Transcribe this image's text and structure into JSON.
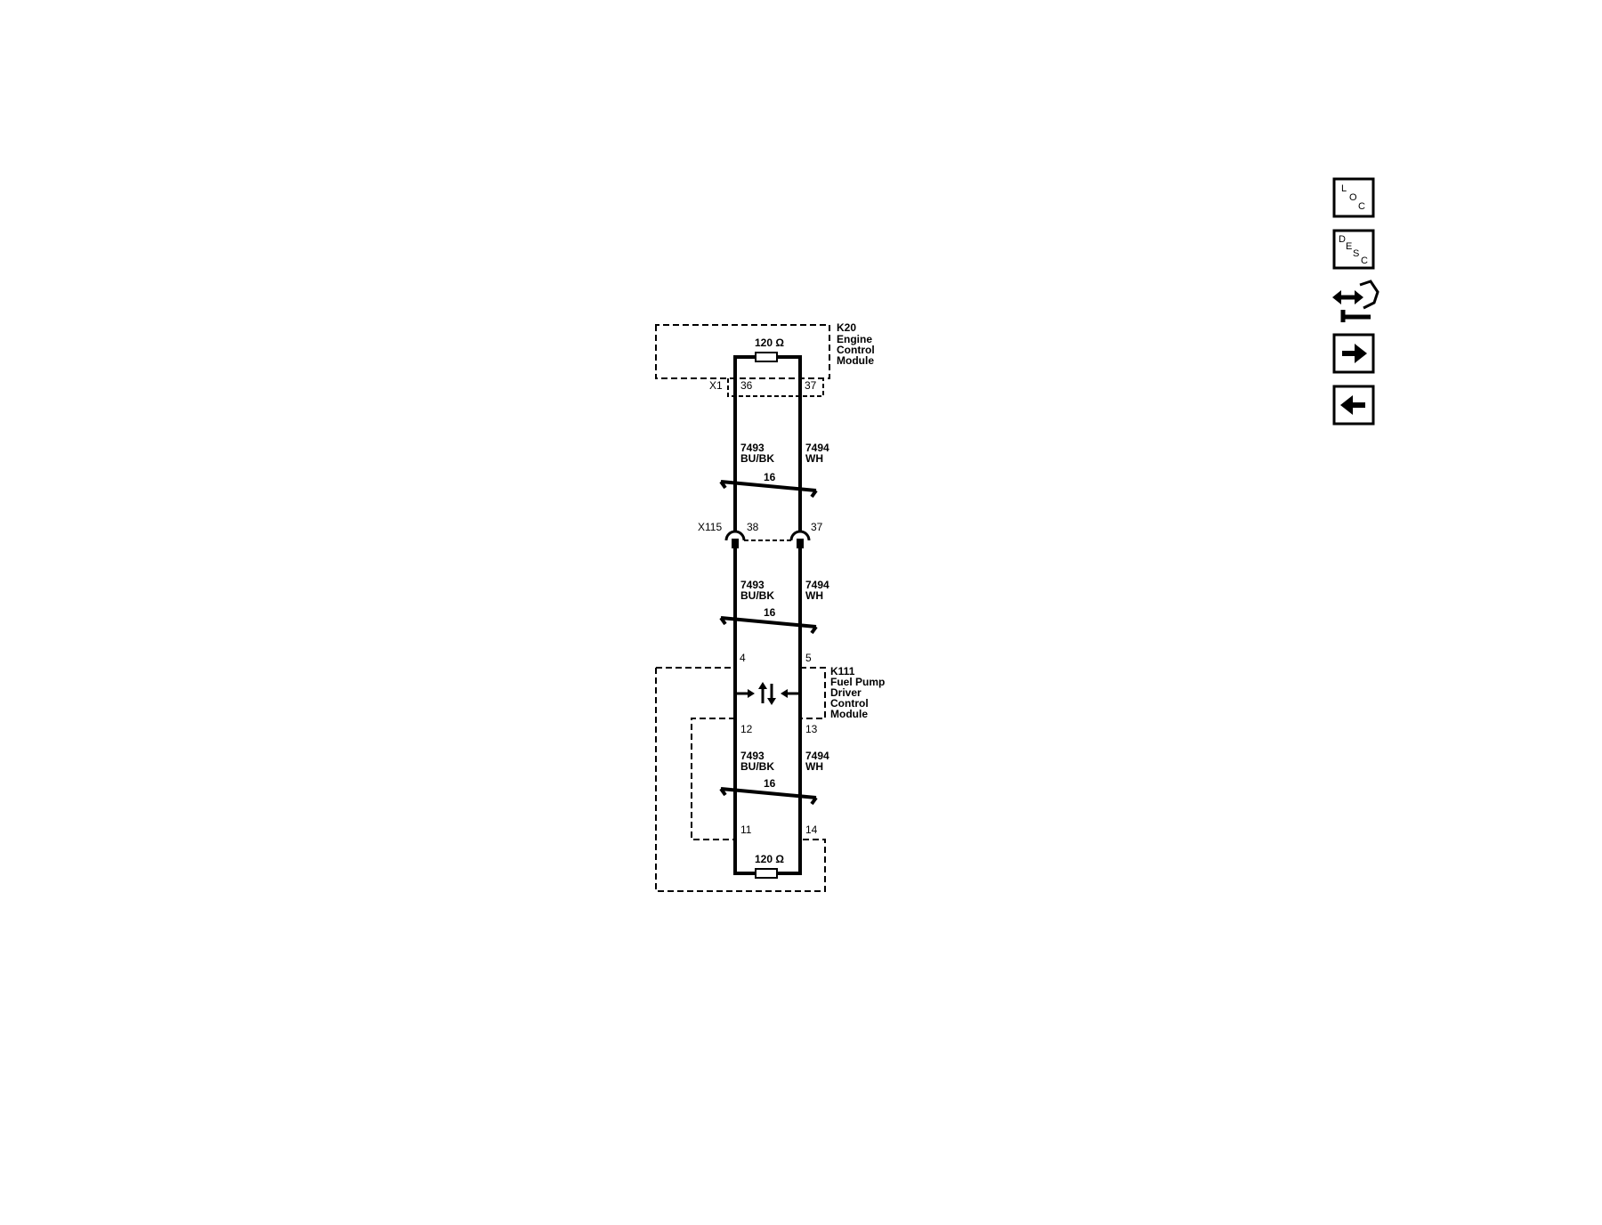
{
  "nav": {
    "location_letters": [
      "L",
      "O",
      "C"
    ],
    "description_letters": [
      "D",
      "E",
      "S",
      "C"
    ]
  },
  "modules": {
    "ecm": {
      "id": "K20",
      "name_lines": [
        "Engine",
        "Control",
        "Module"
      ],
      "connector": "X1"
    },
    "fpdcm": {
      "id": "K111",
      "name_lines": [
        "Fuel Pump",
        "Driver",
        "Control",
        "Module"
      ]
    }
  },
  "inline_connector": {
    "id": "X115",
    "pin_left": "38",
    "pin_right": "37"
  },
  "resistor": {
    "value": "120 Ω"
  },
  "ecm_pins": {
    "left": "36",
    "right": "37"
  },
  "wires": {
    "left": {
      "circuit": "7493",
      "color": "BU/BK"
    },
    "right": {
      "circuit": "7494",
      "color": "WH"
    },
    "twist": "16"
  },
  "fpdcm_pins": {
    "in_left": "4",
    "in_right": "5",
    "mid_left": "12",
    "mid_right": "13",
    "bot_left": "11",
    "bot_right": "14"
  }
}
